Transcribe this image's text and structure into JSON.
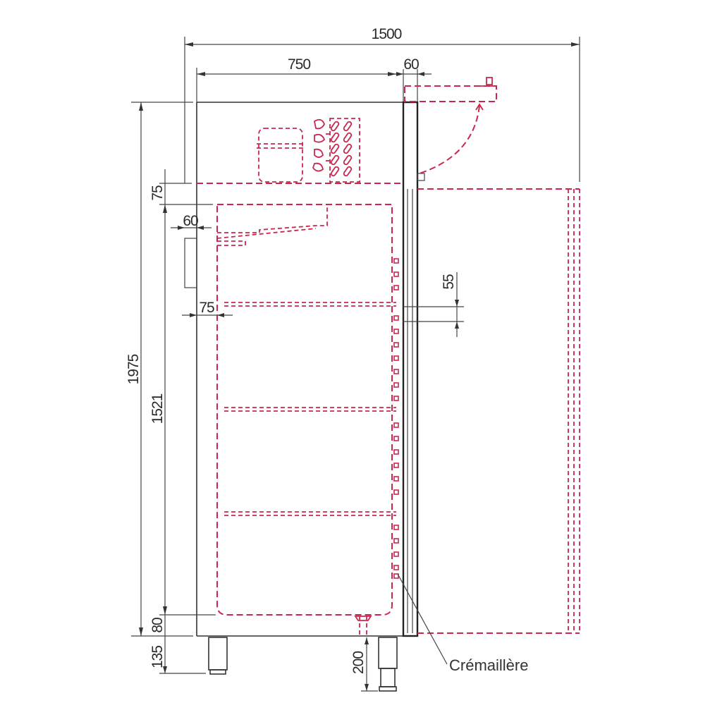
{
  "diagram": {
    "type": "technical-drawing",
    "subject": "Refrigerated cabinet side view with door swing and dimensions",
    "colors": {
      "outline": "#333333",
      "hidden_lines": "#c8284e",
      "background": "#ffffff"
    },
    "dimensions": {
      "overall_depth_with_door_open": "1500",
      "cabinet_depth": "750",
      "door_thickness": "60",
      "overall_height": "1975",
      "interior_height": "1521",
      "top_offset": "75",
      "side_wall": "60",
      "shelf_offset": "75",
      "rack_pitch": "55",
      "bottom_offset": "80",
      "leg_height": "135",
      "leg_height_adjusted": "200"
    },
    "labels": {
      "rack": "Crémaillère"
    },
    "components": [
      "compressor",
      "fan",
      "condenser-coil",
      "door",
      "door-open-outline",
      "door-swing-arc",
      "shelves",
      "rack-rail",
      "legs",
      "drain"
    ]
  }
}
